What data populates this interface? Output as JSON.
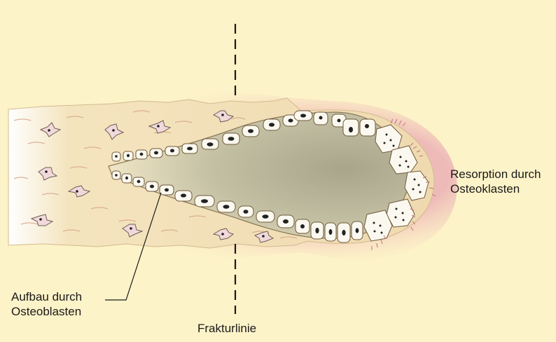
{
  "labels": {
    "resorption_line1": "Resorption durch",
    "resorption_line2": "Osteoklasten",
    "aufbau_line1": "Aufbau durch",
    "aufbau_line2": "Osteoblasten",
    "frakturlinie": "Frakturlinie"
  },
  "colors": {
    "background": "#fdf3c8",
    "bone": "#f3e0b4",
    "bone_shadow_pink": "#e8b0b8",
    "cavity": "#b9b49a",
    "cell_fill": "#fbf8ef",
    "cell_outline": "#6f5a3c"
  }
}
